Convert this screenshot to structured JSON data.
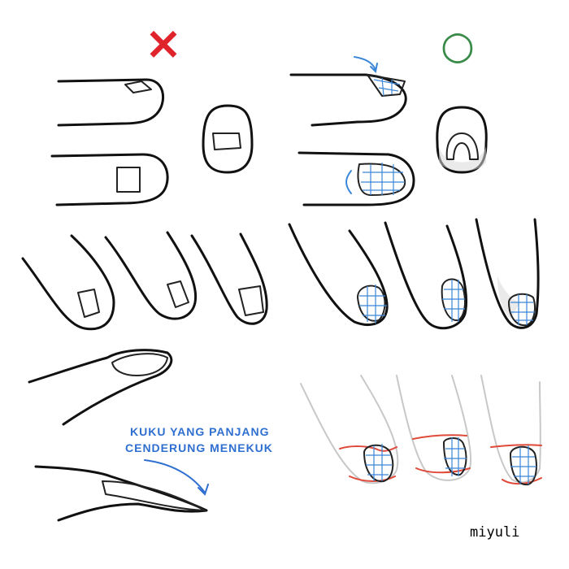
{
  "marks": {
    "wrong_symbol": "×",
    "right_symbol": "○"
  },
  "annotation": {
    "line1": "KUKU YANG PANJANG",
    "line2": "CENDERUNG MENEKUK"
  },
  "signature": "miyuli",
  "colors": {
    "wrong": "#e0242c",
    "right": "#3a8a4a",
    "note_blue": "#2f6fd0",
    "grid_blue": "#3b86d8",
    "red_line": "#e04a3a"
  }
}
